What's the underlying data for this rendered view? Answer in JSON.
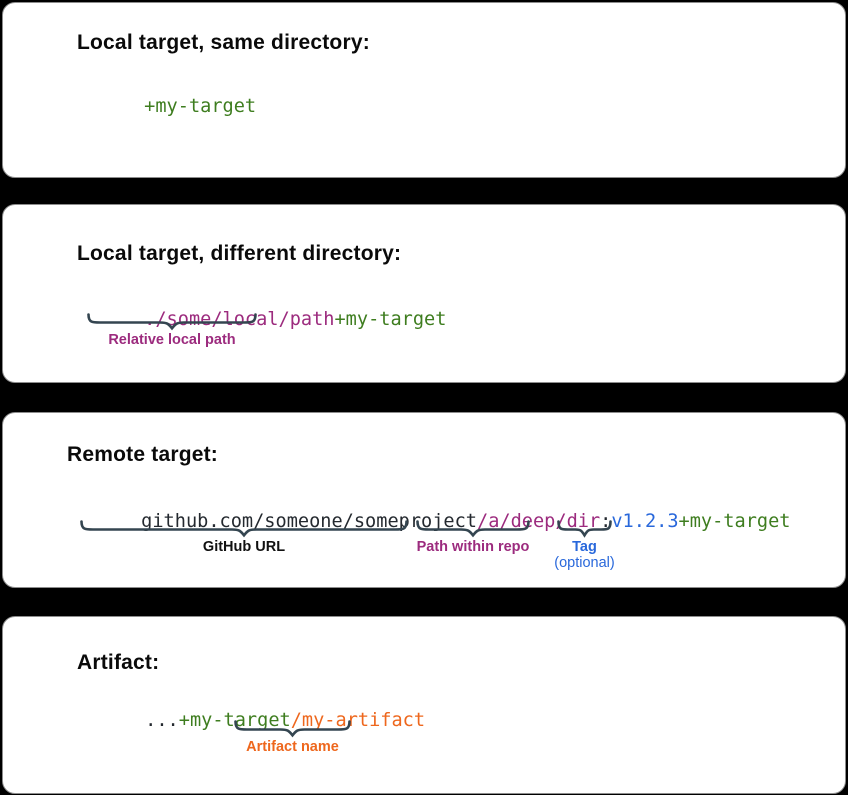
{
  "colors": {
    "page_bg": "#000000",
    "panel_bg": "#ffffff",
    "title_dark": "#0a0a0a",
    "code_default": "#24292f",
    "green": "#3e7d1f",
    "purple": "#9c2b7e",
    "blue": "#2968db",
    "orange": "#ee671d",
    "brace": "#344550",
    "label_dark": "#111111"
  },
  "panels": [
    {
      "title": "Local target, same directory:",
      "code": [
        {
          "text": "+my-target",
          "color": "green"
        }
      ],
      "annotations": []
    },
    {
      "title": "Local target, different directory:",
      "code": [
        {
          "text": "./some/local/path",
          "color": "purple"
        },
        {
          "text": "+my-target",
          "color": "green"
        }
      ],
      "annotations": [
        {
          "label": "Relative local path",
          "color": "purple"
        }
      ]
    },
    {
      "title": "Remote target:",
      "code": [
        {
          "text": "github.com/someone/someproject",
          "color": "code_default"
        },
        {
          "text": "/a/deep/dir",
          "color": "purple"
        },
        {
          "text": ":",
          "color": "code_default"
        },
        {
          "text": "v1.2.3",
          "color": "blue"
        },
        {
          "text": "+my-target",
          "color": "green"
        }
      ],
      "annotations": [
        {
          "label": "GitHub URL",
          "color": "label_dark"
        },
        {
          "label": "Path within repo",
          "color": "purple"
        },
        {
          "label": "Tag",
          "sublabel": "(optional)",
          "color": "blue"
        }
      ]
    },
    {
      "title": "Artifact:",
      "code": [
        {
          "text": "...",
          "color": "code_default"
        },
        {
          "text": "+my-target",
          "color": "green"
        },
        {
          "text": "/my-artifact",
          "color": "orange"
        }
      ],
      "annotations": [
        {
          "label": "Artifact name",
          "color": "orange"
        }
      ]
    }
  ]
}
